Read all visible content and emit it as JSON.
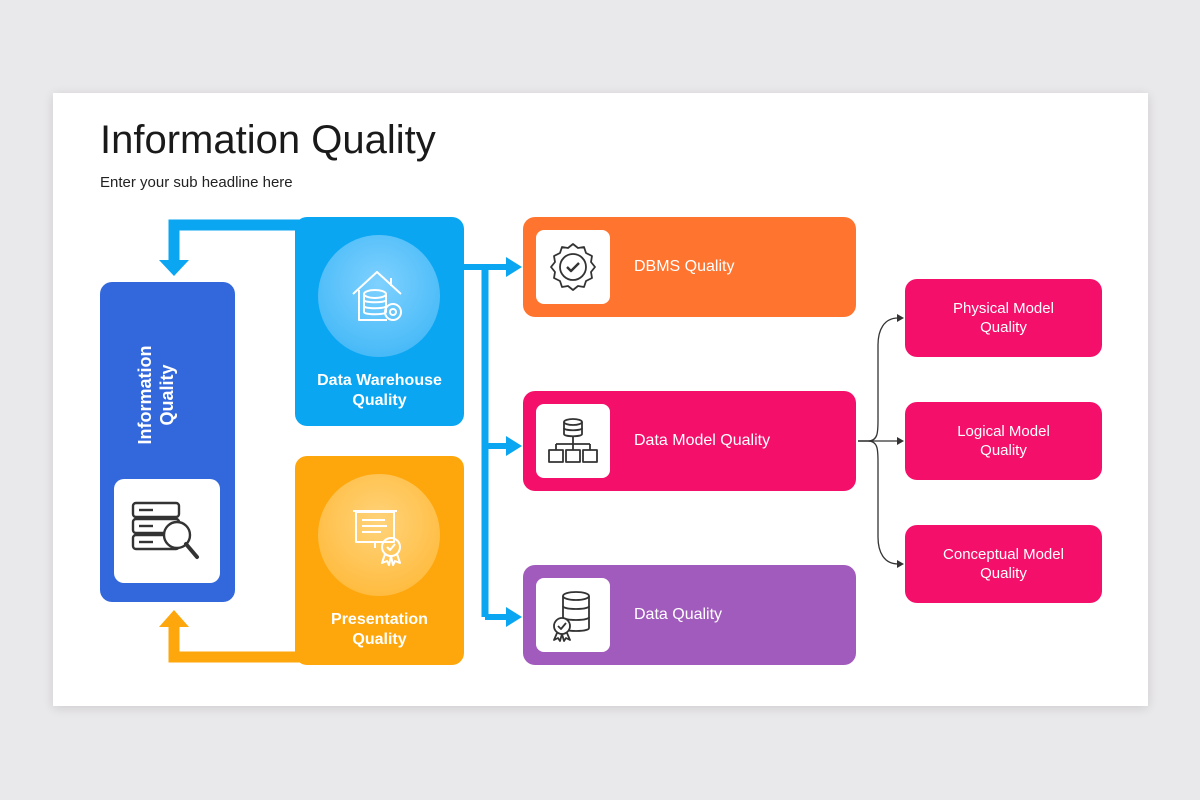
{
  "header": {
    "title": "Information Quality",
    "subtitle": "Enter your sub headline here"
  },
  "diagram": {
    "information_quality": {
      "label": "Information\nQuality",
      "color": "#3368dd",
      "icon": "database-search-icon"
    },
    "data_warehouse": {
      "label": "Data Warehouse\nQuality",
      "color": "#0aa6f2",
      "icon": "warehouse-database-icon"
    },
    "presentation": {
      "label": "Presentation\nQuality",
      "color": "#fea70d",
      "icon": "presentation-board-icon"
    },
    "quality_items": [
      {
        "label": "DBMS Quality",
        "color": "#ff7530",
        "icon": "badge-check-icon"
      },
      {
        "label": "Data Model Quality",
        "color": "#f4106a",
        "icon": "hierarchy-database-icon"
      },
      {
        "label": "Data Quality",
        "color": "#a15bbc",
        "icon": "database-certified-icon"
      }
    ],
    "model_items": [
      {
        "label": "Physical Model\nQuality",
        "color": "#f4106a"
      },
      {
        "label": "Logical Model\nQuality",
        "color": "#f4106a"
      },
      {
        "label": "Conceptual Model\nQuality",
        "color": "#f4106a"
      }
    ],
    "connector_colors": {
      "blue": "#0aa6f2",
      "orange": "#fea70d",
      "dark": "#333333"
    }
  }
}
